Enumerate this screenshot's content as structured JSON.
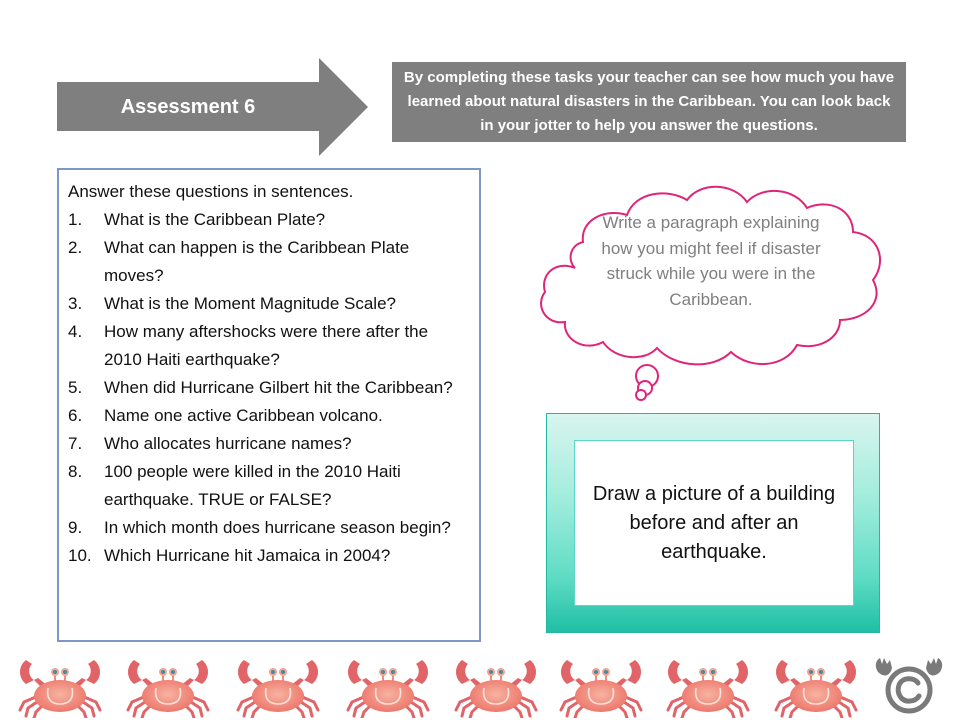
{
  "header": {
    "arrow_label": "Assessment 6",
    "intro_text": "By completing these tasks your teacher can see how much you have learned about natural disasters in the Caribbean. You can look back in your jotter to help you answer the questions."
  },
  "questions": {
    "instruction": "Answer these questions in sentences.",
    "items": [
      {
        "num": "1.",
        "text": "What is the Caribbean Plate?"
      },
      {
        "num": "2.",
        "text": "What can happen is the Caribbean Plate moves?"
      },
      {
        "num": "3.",
        "text": "What is the Moment Magnitude Scale?"
      },
      {
        "num": "4.",
        "text": "How many aftershocks were there after the 2010 Haiti earthquake?"
      },
      {
        "num": "5.",
        "text": "When did Hurricane Gilbert hit the Caribbean?"
      },
      {
        "num": "6.",
        "text": "Name one active Caribbean volcano."
      },
      {
        "num": "7.",
        "text": "Who allocates hurricane names?"
      },
      {
        "num": "8.",
        "text": "100 people were killed in the 2010 Haiti earthquake. TRUE or FALSE?"
      },
      {
        "num": "9.",
        "text": "In which month does hurricane season begin?"
      },
      {
        "num": "10.",
        "text": "Which Hurricane hit Jamaica in 2004?"
      }
    ]
  },
  "thought_bubble": {
    "text": "Write a paragraph explaining how you might feel if disaster struck while you were in the Caribbean."
  },
  "drawing_task": {
    "text": "Draw a picture of a building before and after an earthquake."
  },
  "footer": {
    "crab_count": 8,
    "icons": [
      "crab-icon",
      "copyright-moose-logo"
    ]
  },
  "colors": {
    "arrow_gray": "#7f7f7f",
    "question_border": "#7f97c8",
    "bubble_stroke": "#e0247a",
    "bubble_text": "#7f7f7f",
    "teal_dark": "#1fbfa5",
    "teal_light": "#d9f5ef",
    "crab": "#e8706e"
  }
}
